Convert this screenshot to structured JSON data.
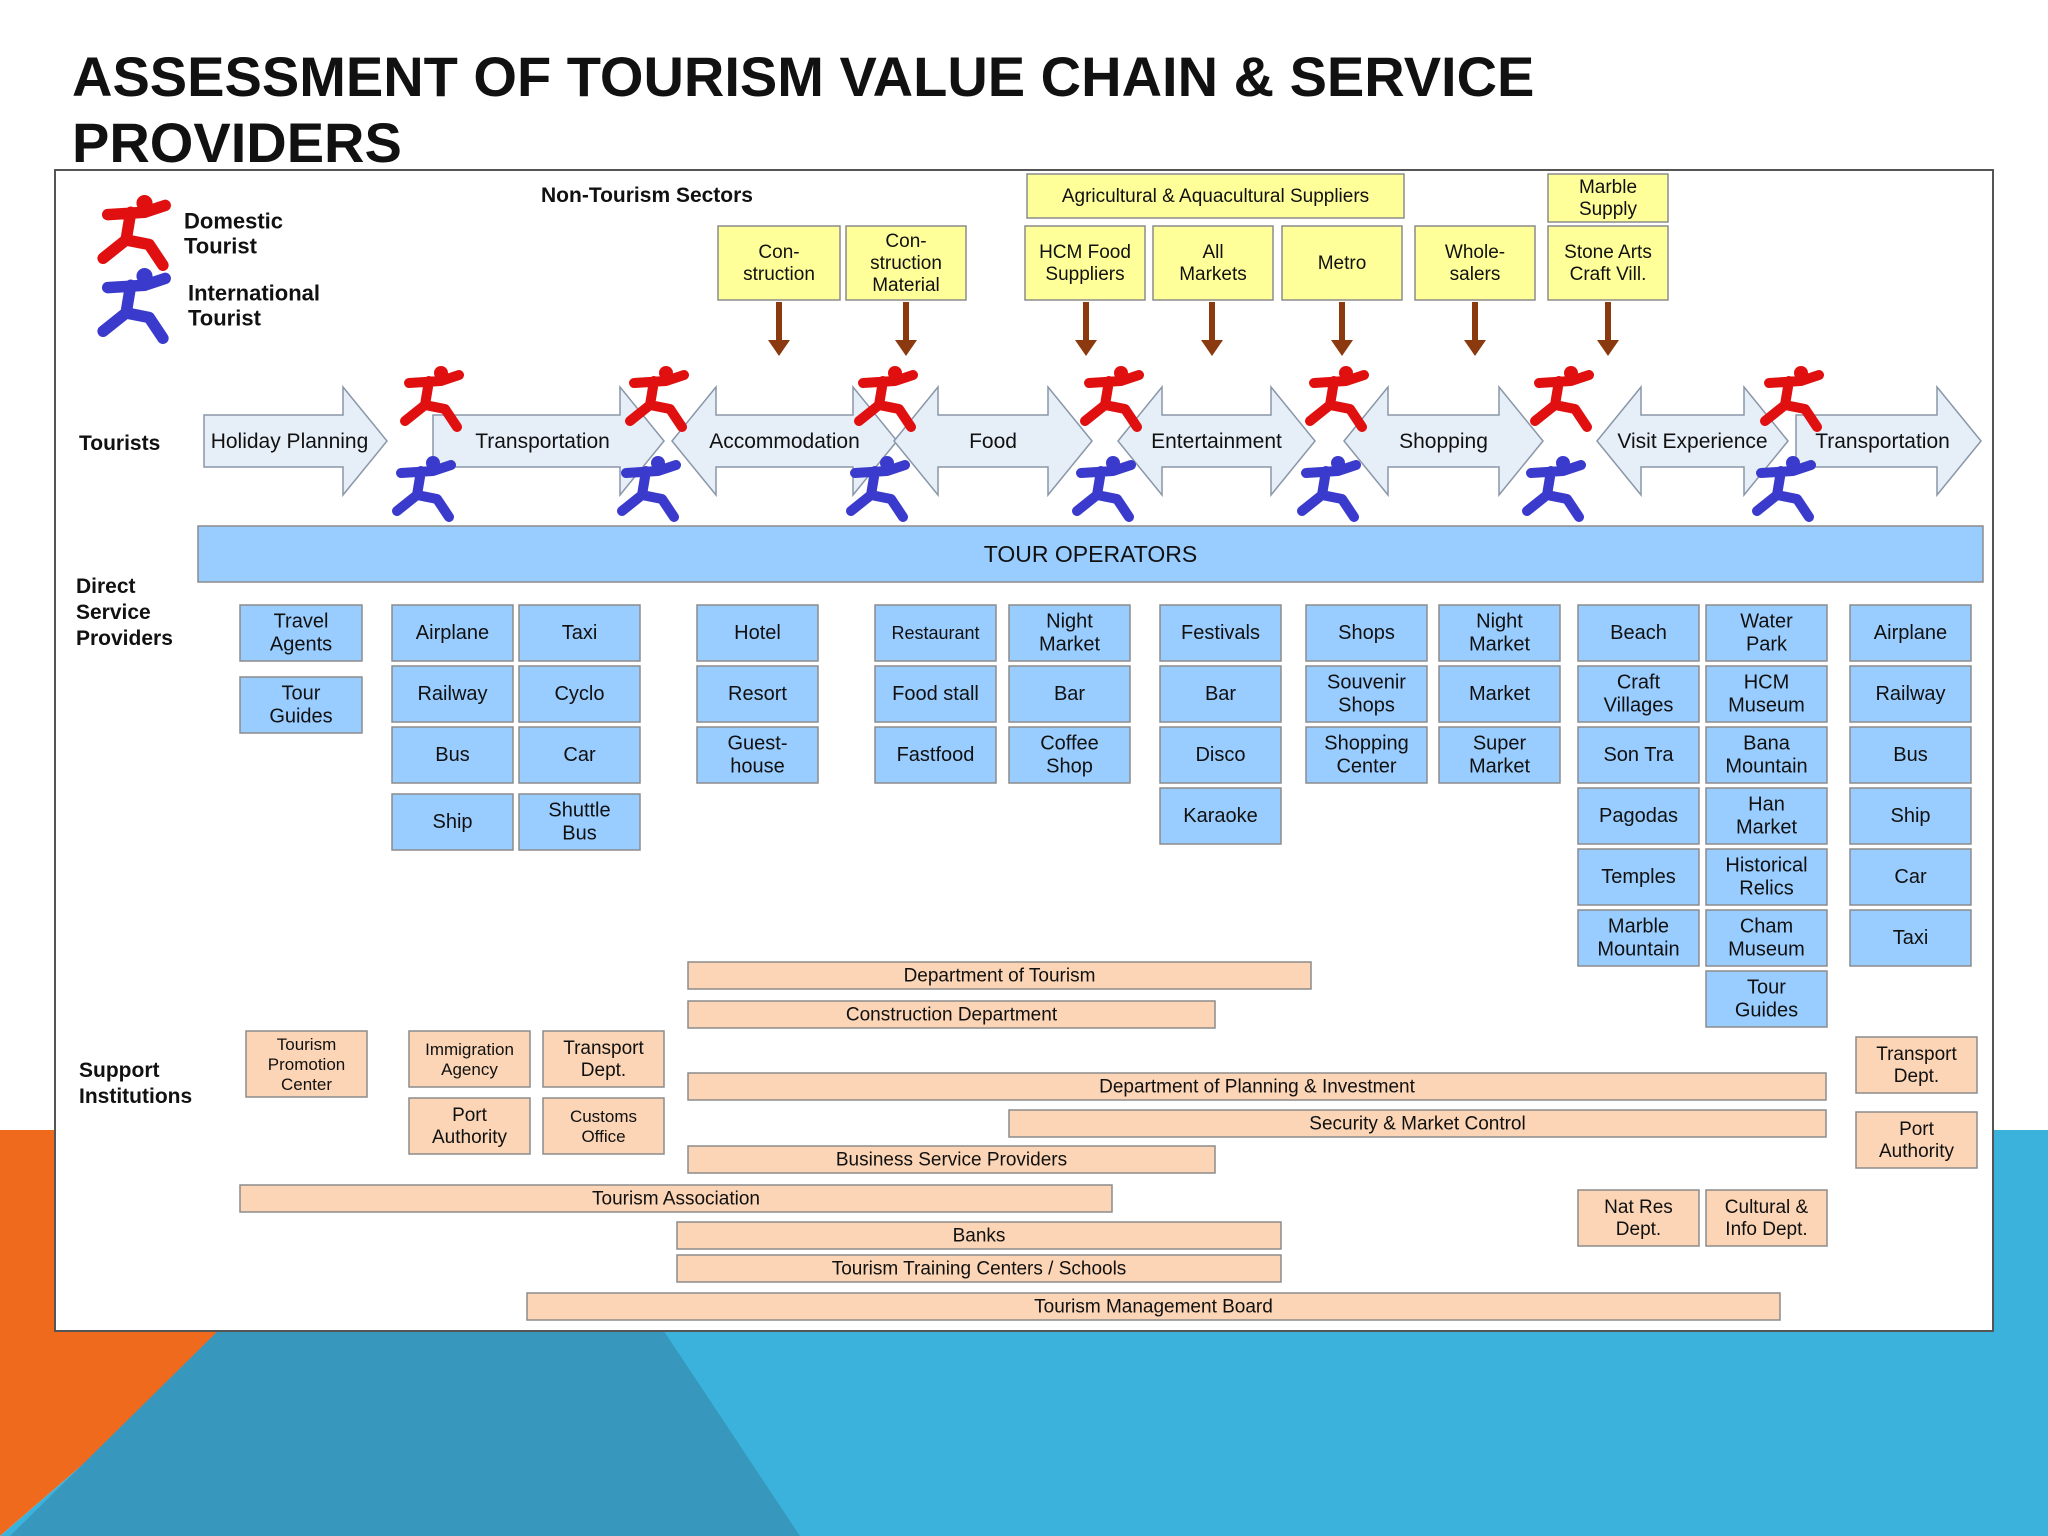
{
  "title": "ASSESSMENT OF TOURISM VALUE CHAIN & SERVICE PROVIDERS",
  "colors": {
    "orange_bg": "#f06a1e",
    "blue_bg": "#3ab2dc",
    "blue_dark": "#3897bd",
    "yellow_box": "#ffff99",
    "blue_box": "#99ccff",
    "tour_operators_bar": "#99ccff",
    "support_box": "#fbd5b5",
    "arrow_fill": "#e6eef8",
    "down_arrow": "#8b3a10",
    "domestic_figure": "#e01010",
    "international_figure": "#3a3acc"
  },
  "legend": {
    "domestic": "Domestic Tourist",
    "international": "International Tourist"
  },
  "non_tourism_label": "Non-Tourism Sectors",
  "row_labels": {
    "tourists": "Tourists",
    "direct": "Direct Service Providers",
    "support": "Support Institutions"
  },
  "tour_operators": "TOUR OPERATORS",
  "chain_stages": [
    "Holiday Planning",
    "Transportation",
    "Accommodation",
    "Food",
    "Entertainment",
    "Shopping",
    "Visit Experience",
    "Transportation"
  ],
  "non_tourism_suppliers": [
    "Con- struction",
    "Con- struction Material",
    "Agricultural & Aquacultural Suppliers",
    "HCM Food Suppliers",
    "All Markets",
    "Metro",
    "Whole- salers",
    "Marble Supply",
    "Stone Arts Craft Vill."
  ],
  "direct_providers": [
    "Travel Agents",
    "Tour Guides",
    "Airplane",
    "Taxi",
    "Railway",
    "Cyclo",
    "Bus",
    "Car",
    "Ship",
    "Shuttle Bus",
    "Hotel",
    "Resort",
    "Guest- house",
    "Restaurant",
    "Night Market",
    "Food stall",
    "Bar",
    "Fastfood",
    "Coffee Shop",
    "Festivals",
    "Bar",
    "Disco",
    "Karaoke",
    "Shops",
    "Night Market",
    "Souvenir Shops",
    "Market",
    "Shopping Center",
    "Super Market",
    "Beach",
    "Water Park",
    "Craft Villages",
    "HCM Museum",
    "Son Tra",
    "Bana Mountain",
    "Pagodas",
    "Han Market",
    "Temples",
    "Historical Relics",
    "Marble Mountain",
    "Cham Museum",
    "Tour Guides",
    "Airplane",
    "Railway",
    "Bus",
    "Ship",
    "Car",
    "Taxi"
  ],
  "support_institutions": [
    "Department of Tourism",
    "Construction Department",
    "Tourism Promotion Center",
    "Immigration Agency",
    "Transport Dept.",
    "Port Authority",
    "Customs Office",
    "Department of Planning & Investment",
    "Security & Market Control",
    "Business Service Providers",
    "Tourism Association",
    "Banks",
    "Tourism Training Centers / Schools",
    "Tourism Management Board",
    "Nat Res Dept.",
    "Cultural & Info Dept.",
    "Transport Dept.",
    "Port Authority"
  ]
}
